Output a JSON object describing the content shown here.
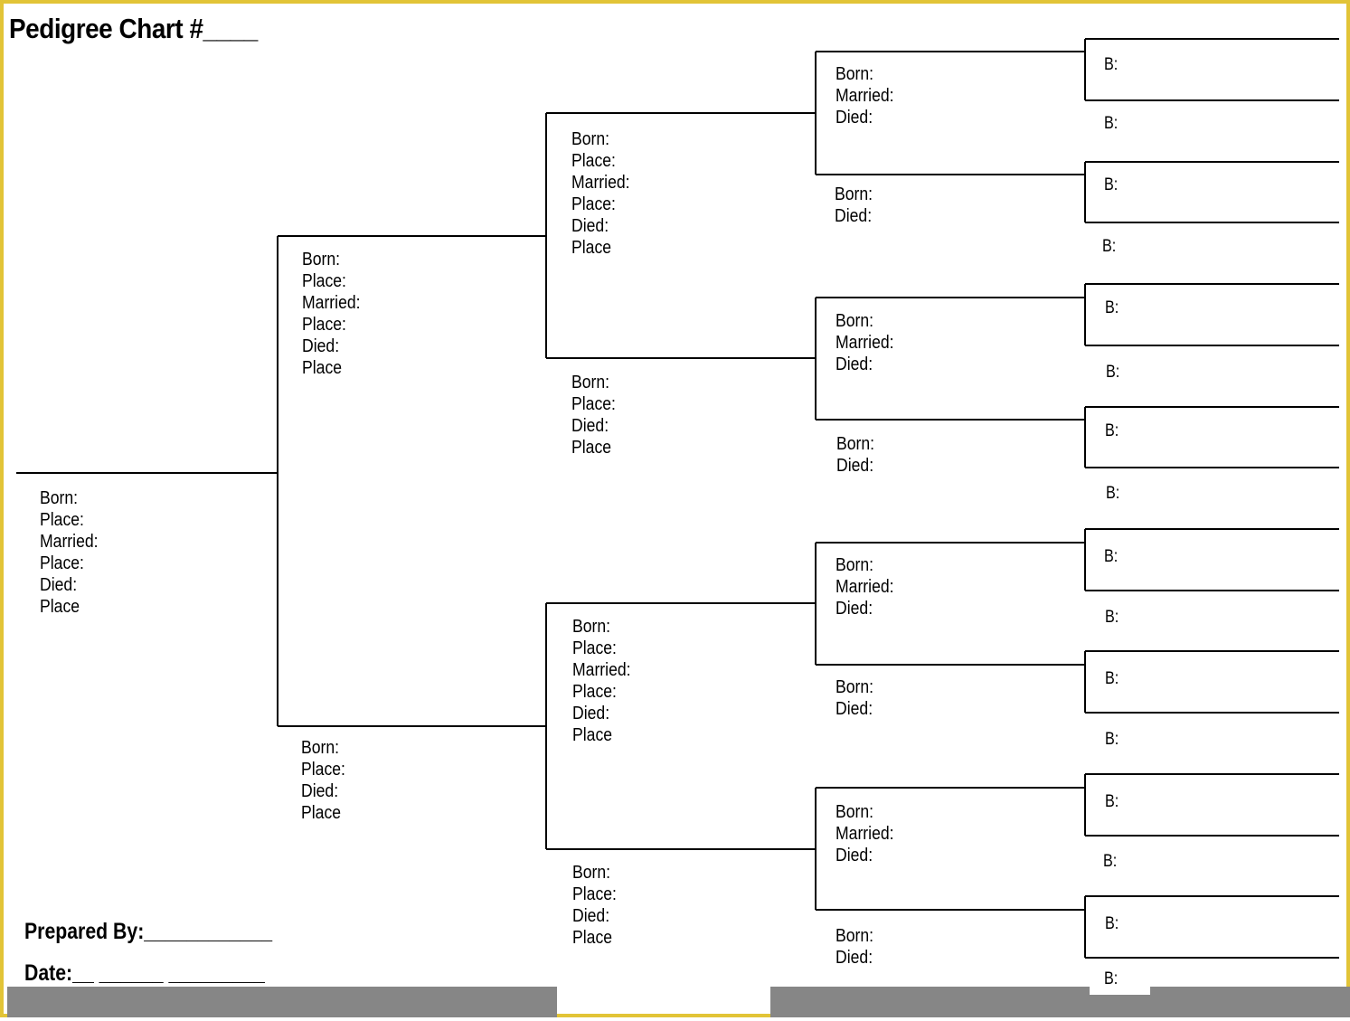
{
  "title": "Pedigree Chart #____",
  "labels": {
    "full": [
      "Born:",
      "Place:",
      "Married:",
      "Place:",
      "Died:",
      "Place"
    ],
    "spouse": [
      "Born:",
      "Place:",
      "Died:",
      "Place"
    ],
    "gen4_husband": [
      "Born:",
      "Married:",
      "Died:"
    ],
    "gen4_wife": [
      "Born:",
      "Died:"
    ],
    "gen5": "B:"
  },
  "footer": {
    "prepared_by": "Prepared By:____________",
    "date": "Date:__ ______ _________"
  }
}
